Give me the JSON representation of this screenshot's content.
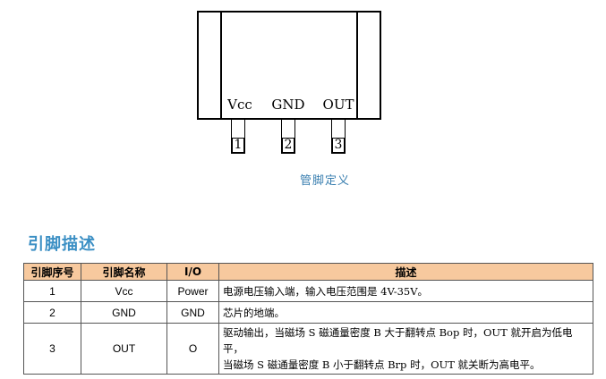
{
  "diagram": {
    "pins": [
      {
        "name": "Vcc",
        "number": "1"
      },
      {
        "name": "GND",
        "number": "2"
      },
      {
        "name": "OUT",
        "number": "3"
      }
    ],
    "caption": "管脚定义"
  },
  "section_title": "引脚描述",
  "table": {
    "headers": [
      "引脚序号",
      "引脚名称",
      "I/O",
      "描述"
    ],
    "rows": [
      {
        "index": "1",
        "name": "Vcc",
        "io": "Power",
        "desc_line1": "电源电压输入端，输入电压范围是 4V-35V。",
        "desc_line2": ""
      },
      {
        "index": "2",
        "name": "GND",
        "io": "GND",
        "desc_line1": "芯片的地端。",
        "desc_line2": ""
      },
      {
        "index": "3",
        "name": "OUT",
        "io": "O",
        "desc_line1": "驱动输出，当磁场 S 磁通量密度 B 大于翻转点 Bop 时，OUT 就开启为低电平，",
        "desc_line2": "当磁场 S 磁通量密度 B 小于翻转点 Brp 时，OUT 就关断为高电平。"
      }
    ]
  }
}
